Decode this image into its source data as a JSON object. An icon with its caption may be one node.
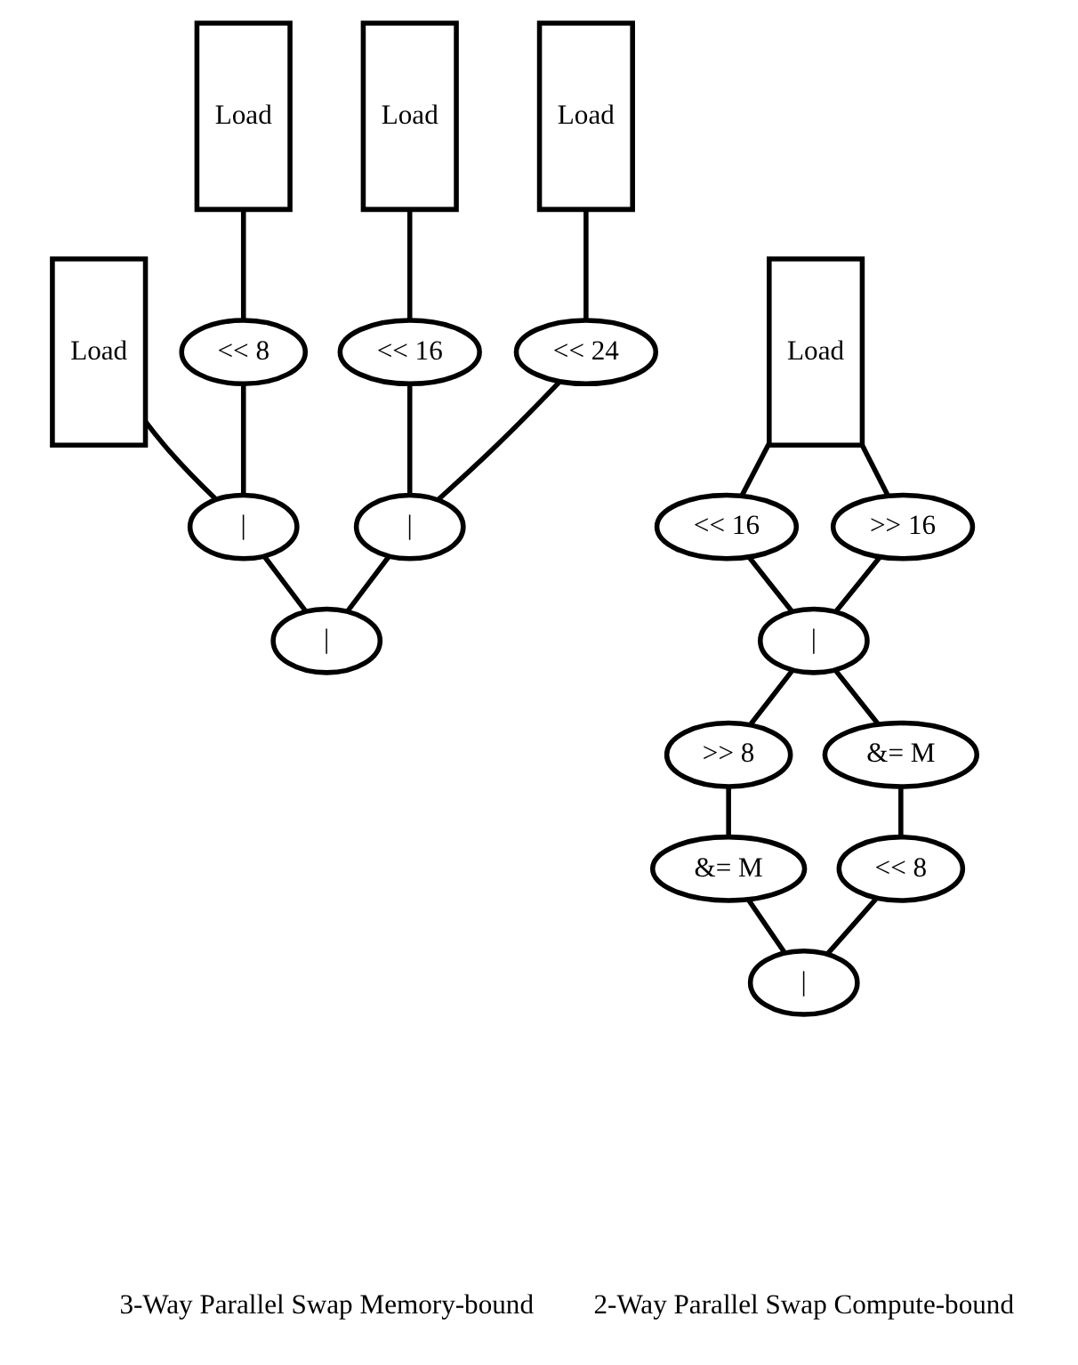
{
  "diagram": {
    "nodes": [
      {
        "text": [
          "Load"
        ]
      },
      {
        "text": [
          "Load"
        ]
      },
      {
        "text": [
          "Load"
        ]
      },
      {
        "text": [
          "Load"
        ]
      },
      {
        "text": [
          "<< 8"
        ]
      },
      {
        "text": [
          "<< 16"
        ]
      },
      {
        "text": [
          "<< 24"
        ]
      },
      {
        "text": [
          "|"
        ]
      },
      {
        "text": [
          "|"
        ]
      },
      {
        "text": [
          "|"
        ]
      },
      {
        "text": [
          "Load"
        ]
      },
      {
        "text": [
          "<< 16"
        ]
      },
      {
        "text": [
          ">> 16"
        ]
      },
      {
        "text": [
          "|"
        ]
      },
      {
        "text": [
          ">> 8"
        ]
      },
      {
        "text": [
          "&= M"
        ]
      },
      {
        "text": [
          "&= M"
        ]
      },
      {
        "text": [
          "<< 8"
        ]
      },
      {
        "text": [
          "|"
        ]
      }
    ],
    "edges": [
      {
        "from": 0,
        "to": 7,
        "arrow": "none"
      },
      {
        "from": 1,
        "to": 4,
        "arrow": "none"
      },
      {
        "from": 2,
        "to": 5,
        "arrow": "none"
      },
      {
        "from": 3,
        "to": 6,
        "arrow": "none"
      },
      {
        "from": 4,
        "to": 7,
        "arrow": "none"
      },
      {
        "from": 5,
        "to": 8,
        "arrow": "none"
      },
      {
        "from": 6,
        "to": 8,
        "arrow": "none"
      },
      {
        "from": 7,
        "to": 9,
        "arrow": "none"
      },
      {
        "from": 8,
        "to": 9,
        "arrow": "none"
      },
      {
        "from": 10,
        "to": 11,
        "arrow": "none"
      },
      {
        "from": 10,
        "to": 12,
        "arrow": "none"
      },
      {
        "from": 11,
        "to": 13,
        "arrow": "none"
      },
      {
        "from": 12,
        "to": 13,
        "arrow": "none"
      },
      {
        "from": 13,
        "to": 14,
        "arrow": "none"
      },
      {
        "from": 13,
        "to": 15,
        "arrow": "none"
      },
      {
        "from": 14,
        "to": 16,
        "arrow": "none"
      },
      {
        "from": 15,
        "to": 17,
        "arrow": "none"
      },
      {
        "from": 16,
        "to": 18,
        "arrow": "none"
      },
      {
        "from": 17,
        "to": 18,
        "arrow": "none"
      }
    ],
    "labels": [
      "3-Way Parallel Swap Memory-bound",
      "2-Way Parallel Swap Compute-bound"
    ]
  }
}
